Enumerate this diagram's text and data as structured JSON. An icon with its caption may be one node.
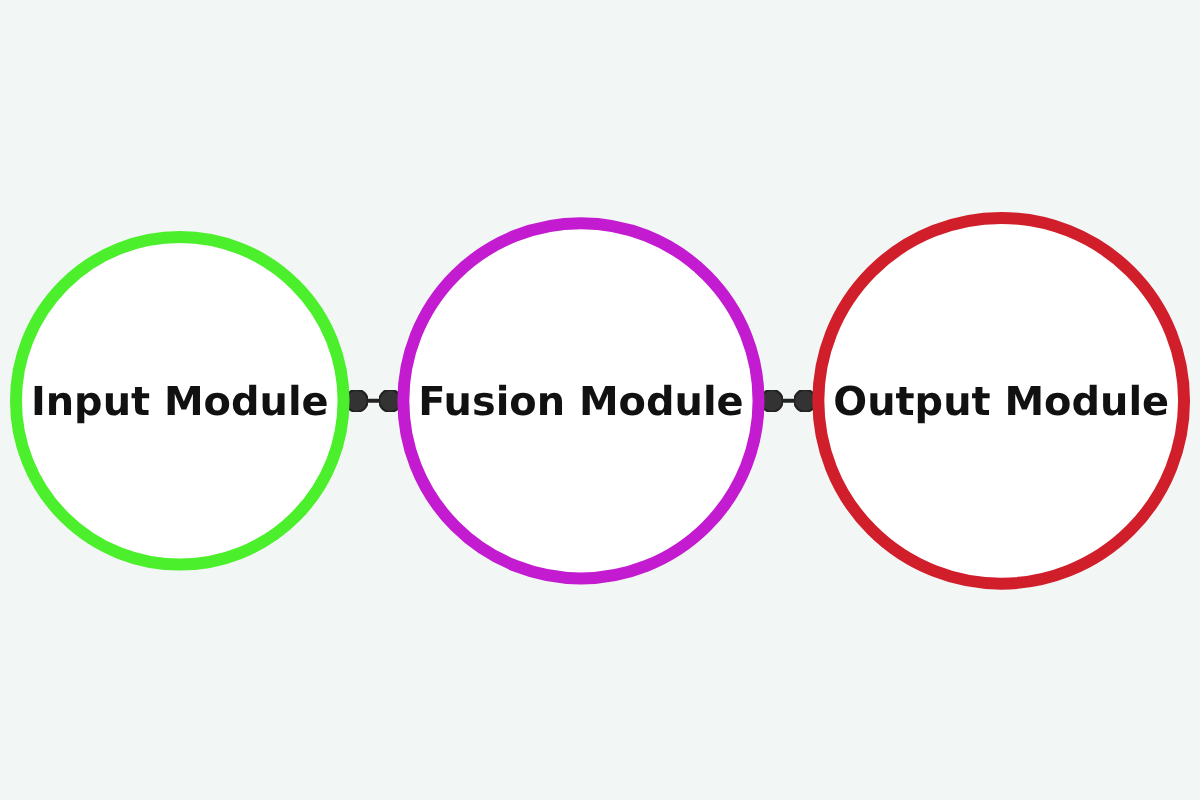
{
  "diagram": {
    "nodes": [
      {
        "text": [
          "Input Module"
        ]
      },
      {
        "text": [
          "Fusion Module"
        ]
      },
      {
        "text": [
          "Output Module"
        ]
      }
    ],
    "edges": [
      {
        "from": 0,
        "to": 1,
        "arrow": "other"
      },
      {
        "from": 1,
        "to": 2,
        "arrow": "other"
      }
    ]
  }
}
